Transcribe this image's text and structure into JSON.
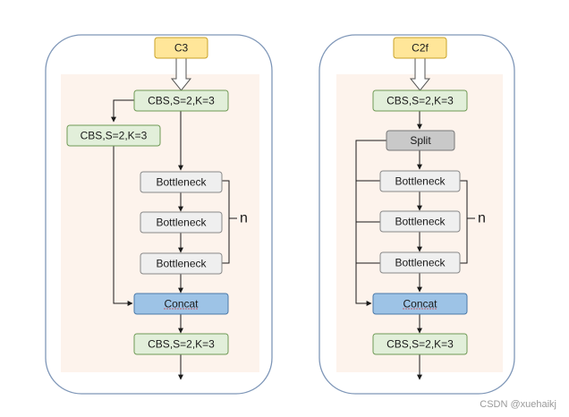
{
  "diagrams": [
    {
      "input": "C3",
      "top_cbs": "CBS,S=2,K=3",
      "side_cbs": "CBS,S=2,K=3",
      "bottlenecks": [
        "Bottleneck",
        "Bottleneck",
        "Bottleneck"
      ],
      "repeat_label": "n",
      "concat": "Concat",
      "out_cbs": "CBS,S=2,K=3"
    },
    {
      "input": "C2f",
      "top_cbs": "CBS,S=2,K=3",
      "split": "Split",
      "bottlenecks": [
        "Bottleneck",
        "Bottleneck",
        "Bottleneck"
      ],
      "repeat_label": "n",
      "concat": "Concat",
      "out_cbs": "CBS,S=2,K=3"
    }
  ],
  "colors": {
    "frame_stroke": "#7f97b8",
    "panel_fill": "#fdf3ec",
    "input_fill": "#ffe699",
    "cbs_fill": "#e2efda",
    "bottleneck_fill": "#efefef",
    "split_fill": "#c9c9c9",
    "concat_fill": "#9dc3e6"
  },
  "watermark": "CSDN @xuehaikj"
}
